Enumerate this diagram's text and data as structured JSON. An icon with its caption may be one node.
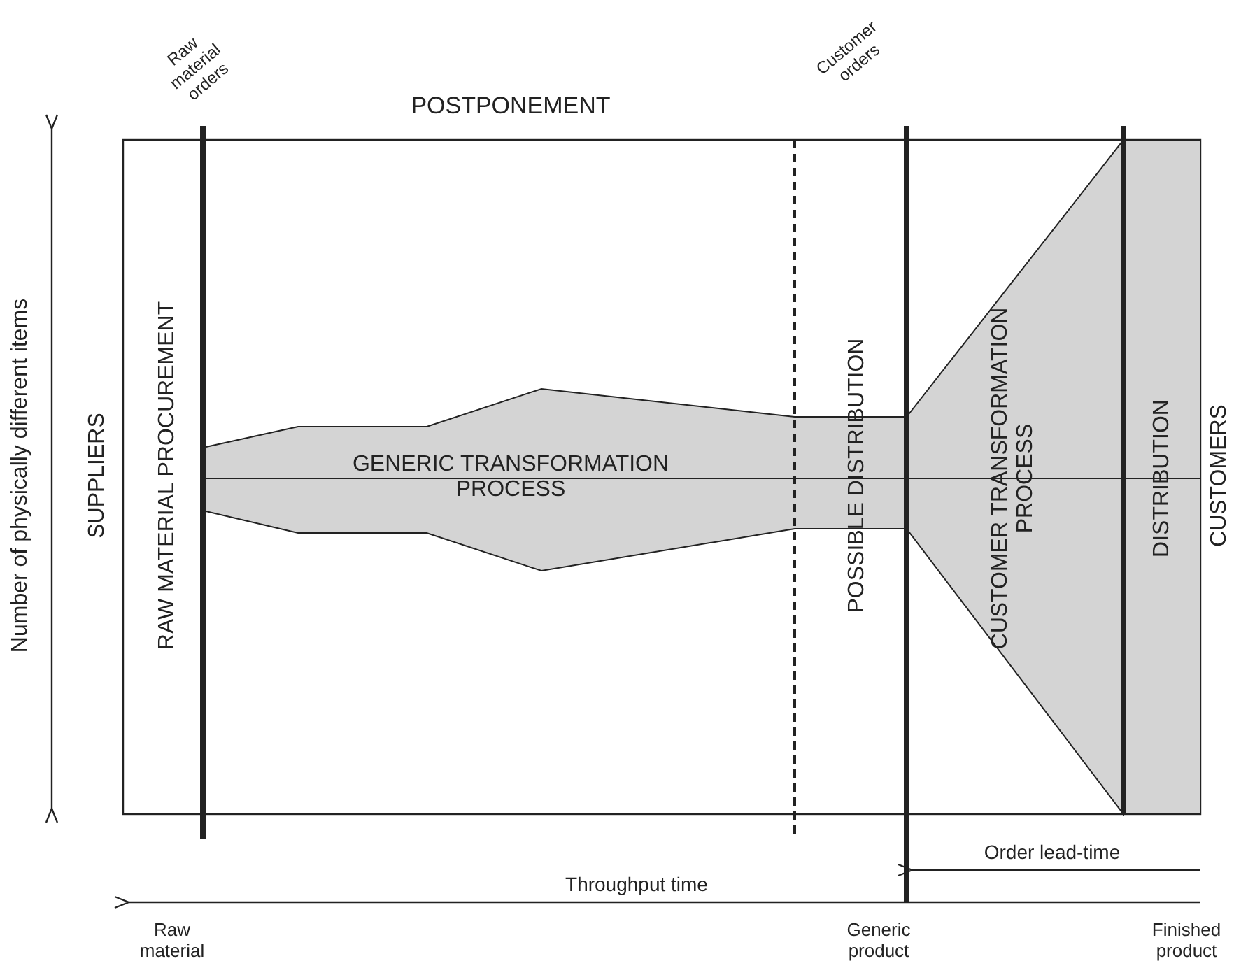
{
  "diagram": {
    "title": "POSTPONEMENT",
    "nodes": [
      {
        "text": [
          "GENERIC TRANSFORMATION PROCESS"
        ]
      },
      {
        "text": [
          "CUSTOMER TRANSFORMATION PROCESS"
        ]
      },
      {
        "text": [
          "DISTRIBUTION"
        ]
      }
    ],
    "labels": [
      "Raw material orders",
      "Customer orders",
      "Number of physically different items",
      "SUPPLIERS",
      "RAW MATERIAL PROCUREMENT",
      "POSSIBLE DISTRIBUTION",
      "CUSTOMERS",
      "Order lead-time",
      "Throughput time",
      "Raw material",
      "Generic product",
      "Finished product"
    ]
  }
}
